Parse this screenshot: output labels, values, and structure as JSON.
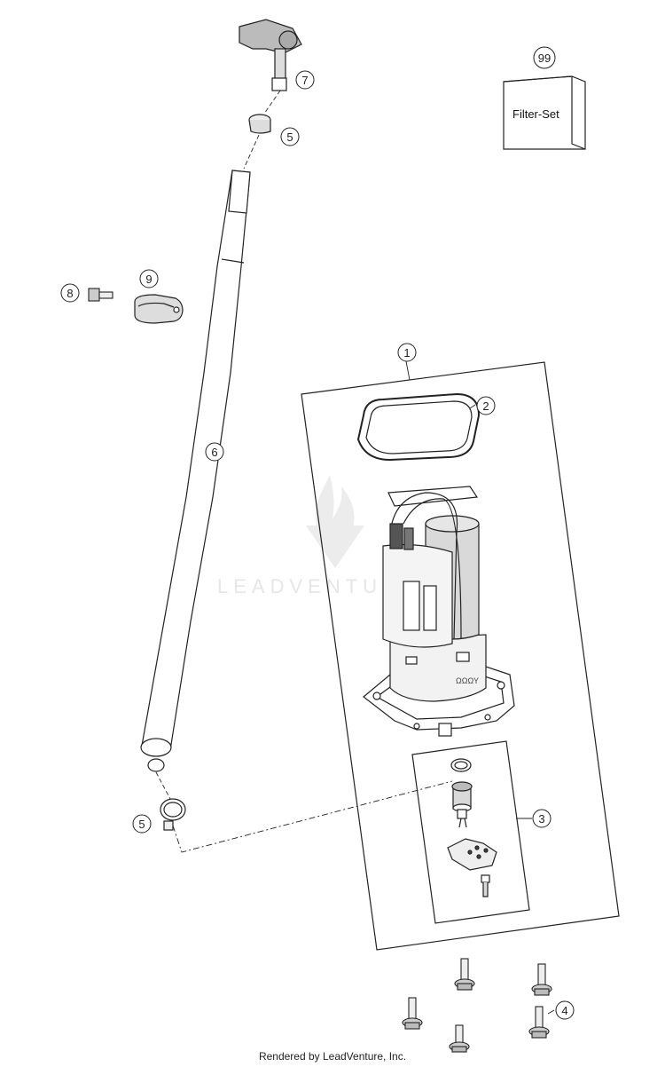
{
  "callouts": {
    "c1": "1",
    "c2": "2",
    "c3": "3",
    "c4": "4",
    "c5a": "5",
    "c5b": "5",
    "c6": "6",
    "c7": "7",
    "c8": "8",
    "c9": "9",
    "c99": "99"
  },
  "filter_box_label": "Filter-Set",
  "watermark": "LEADVENTURE",
  "footer": "Rendered by LeadVenture, Inc.",
  "colors": {
    "line": "#222222",
    "fill": "#ffffff",
    "shade": "#d9d9d9",
    "watermark": "#e6e6e6"
  }
}
